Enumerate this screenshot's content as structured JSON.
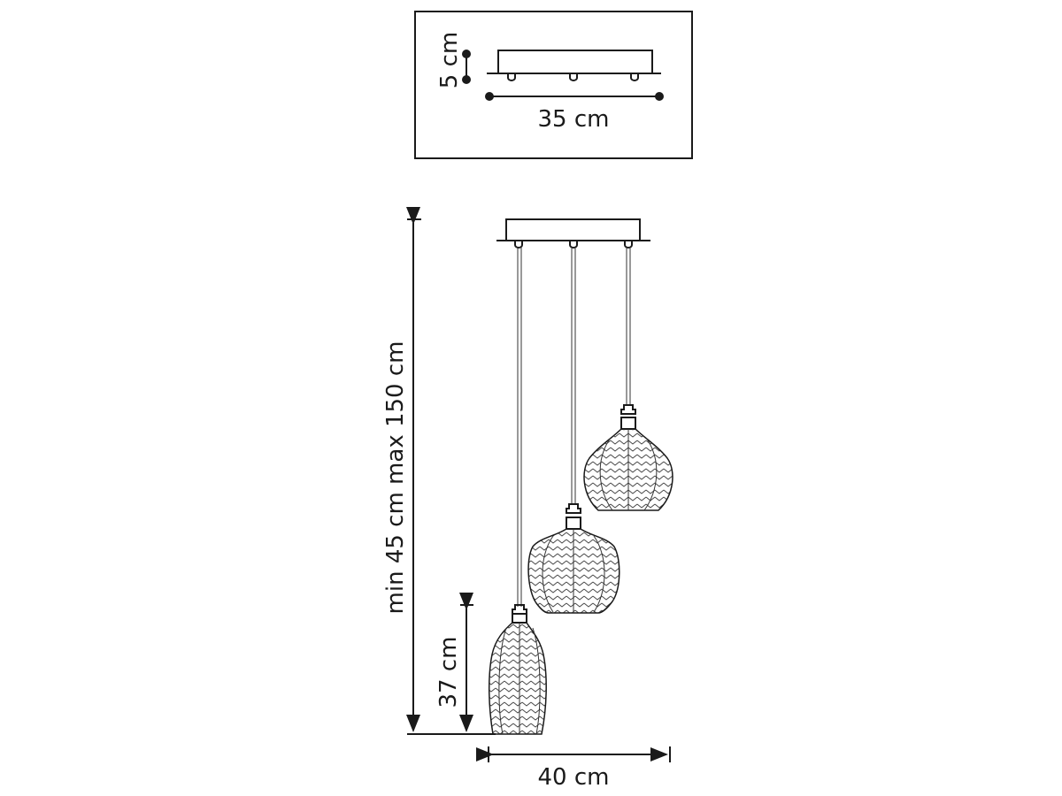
{
  "inset": {
    "height_label": "5 cm",
    "width_label": "35 cm"
  },
  "main": {
    "drop_label": "min 45 cm max 150 cm",
    "shade_height_label": "37 cm",
    "total_width_label": "40 cm"
  },
  "colors": {
    "line": "#1a1a1a",
    "background": "#ffffff"
  }
}
